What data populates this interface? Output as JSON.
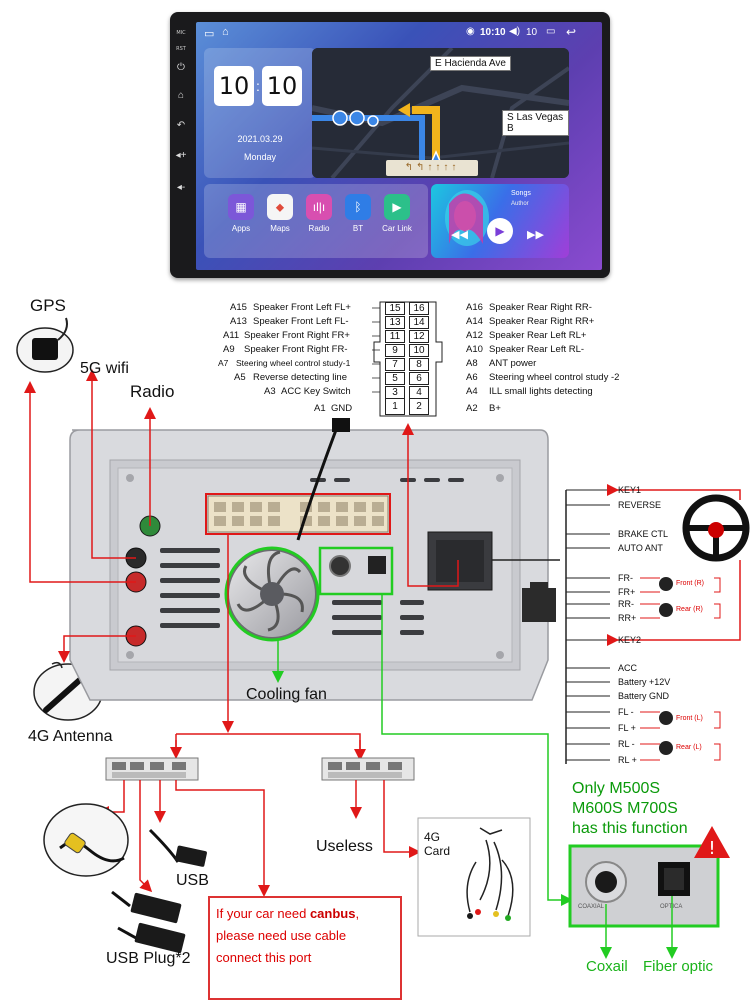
{
  "screen": {
    "side_buttons": [
      "MIC",
      "RST"
    ],
    "status_time": "10:10",
    "status_volume": "10",
    "clock_hour": "10",
    "clock_minute": "10",
    "date": "2021.03.29",
    "weekday": "Monday",
    "map_street_1": "E Hacienda Ave",
    "map_street_2": "S Las Vegas B",
    "apps": [
      "Apps",
      "Maps",
      "Radio",
      "BT",
      "Car Link"
    ],
    "music_title": "Songs",
    "music_author": "Author"
  },
  "labels": {
    "gps": "GPS",
    "wifi": "5G wifi",
    "radio": "Radio",
    "antenna_4g": "4G Antenna",
    "cooling_fan": "Cooling fan",
    "useless": "Useless",
    "usb": "USB",
    "usb_plug": "USB Plug*2",
    "card_4g": "4G\nCard",
    "coaxial": "Coxail",
    "fiber": "Fiber optic"
  },
  "connector_pins": {
    "left": [
      {
        "code": "A15",
        "desc": "Speaker Front Left FL+",
        "num": "15"
      },
      {
        "code": "A13",
        "desc": "Speaker Front Left FL-",
        "num": "13"
      },
      {
        "code": "A11",
        "desc": "Speaker Front Right FR+",
        "num": "11"
      },
      {
        "code": "A9",
        "desc": "Speaker Front Right FR-",
        "num": "9"
      },
      {
        "code": "A7",
        "desc": "Steering wheel control study-1",
        "num": "7"
      },
      {
        "code": "A5",
        "desc": "Reverse detecting line",
        "num": "5"
      },
      {
        "code": "A3",
        "desc": "ACC Key Switch",
        "num": "3"
      },
      {
        "code": "A1",
        "desc": "GND",
        "num": "1"
      }
    ],
    "right": [
      {
        "code": "A16",
        "desc": "Speaker Rear Right RR-",
        "num": "16"
      },
      {
        "code": "A14",
        "desc": "Speaker Rear Right RR+",
        "num": "14"
      },
      {
        "code": "A12",
        "desc": "Speaker Rear Left RL+",
        "num": "12"
      },
      {
        "code": "A10",
        "desc": "Speaker Rear Left RL-",
        "num": "10"
      },
      {
        "code": "A8",
        "desc": "ANT power",
        "num": "8"
      },
      {
        "code": "A6",
        "desc": "Steering wheel control study -2",
        "num": "6"
      },
      {
        "code": "A4",
        "desc": "ILL small lights detecting",
        "num": "4"
      },
      {
        "code": "A2",
        "desc": "B+",
        "num": "2"
      }
    ]
  },
  "harness_wires": [
    "KEY1",
    "REVERSE",
    "BRAKE CTL",
    "AUTO ANT",
    "FR-",
    "FR+",
    "RR-",
    "RR+",
    "KEY2",
    "ACC",
    "Battery +12V",
    "Battery GND",
    "FL -",
    "FL +",
    "RL -",
    "RL +"
  ],
  "speakers": {
    "front_r": "Front (R)",
    "rear_r": "Rear (R)",
    "front_l": "Front (L)",
    "rear_l": "Rear (L)"
  },
  "canbus_note": {
    "line1_prefix": "If your car need ",
    "line1_emph": "canbus",
    "line1_suffix": ",",
    "line2": "please need use cable",
    "line3": "connect this port"
  },
  "model_note": [
    "Only M500S",
    "M600S M700S",
    "has this function"
  ],
  "panel_text": [
    "COAXIAL",
    "OPTICA"
  ],
  "colors": {
    "red_line": "#e01818",
    "green_line": "#22cc22",
    "panel": "#d9dade"
  }
}
